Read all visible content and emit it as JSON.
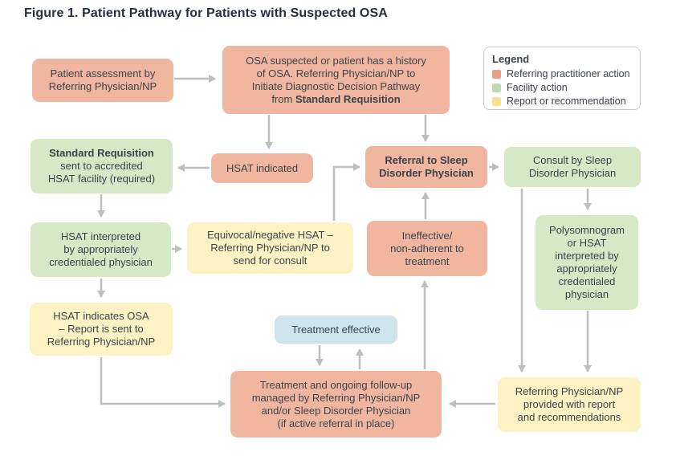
{
  "title": "Figure 1. Patient Pathway for Patients with Suspected OSA",
  "colors": {
    "referring": "#f1b6a0",
    "facility": "#d6e9c6",
    "report": "#fdf2c3",
    "effective": "#cee4ec",
    "arrow": "#bcbec0",
    "text": "#3b424c",
    "title_text": "#242e41",
    "legend_border": "#c9cacb",
    "swatch_referring": "#eb9e86",
    "swatch_facility": "#bedcae",
    "swatch_report": "#f6e193"
  },
  "legend": {
    "title": "Legend",
    "items": [
      {
        "label": "Referring practitioner action",
        "type": "referring"
      },
      {
        "label": "Facility action",
        "type": "facility"
      },
      {
        "label": "Report or recommendation",
        "type": "report"
      }
    ]
  },
  "nodes": {
    "patient_assessment": {
      "type": "referring",
      "text": "Patient assessment by\nReferring Physician/NP"
    },
    "osa_suspected": {
      "type": "referring",
      "text_prefix": "OSA suspected or patient has a history\nof OSA. Referring Physician/NP to\nInitiate Diagnostic Decision Pathway\nfrom ",
      "text_bold": "Standard Requisition"
    },
    "standard_requisition": {
      "type": "facility",
      "text_bold": "Standard Requisition",
      "text_rest": "\nsent to accredited\nHSAT facility (required)"
    },
    "hsat_indicated": {
      "type": "referring",
      "text": "HSAT indicated"
    },
    "referral_sleep": {
      "type": "referring",
      "text": "Referral to Sleep\nDisorder Physician"
    },
    "consult_sleep": {
      "type": "facility",
      "text": "Consult by Sleep\nDisorder Physician"
    },
    "hsat_interpreted": {
      "type": "facility",
      "text": "HSAT interpreted\nby appropriately\ncredentialed physician"
    },
    "equivocal_negative": {
      "type": "report",
      "text": "Equivocal/negative HSAT –\nReferring Physician/NP to\nsend for consult"
    },
    "ineffective": {
      "type": "referring",
      "text": "Ineffective/\nnon-adherent to\ntreatment"
    },
    "polysomnogram": {
      "type": "facility",
      "text": "Polysomnogram\nor HSAT\ninterpreted by\nappropriately\ncredentialed\nphysician"
    },
    "hsat_indicates_osa": {
      "type": "report",
      "text": "HSAT indicates OSA\n– Report is sent to\nReferring Physician/NP"
    },
    "treatment_effective": {
      "type": "effective",
      "text": "Treatment effective"
    },
    "treatment_ongoing": {
      "type": "referring",
      "text": "Treatment and ongoing follow-up\nmanaged by Referring Physician/NP\nand/or Sleep Disorder Physician\n(if active referral in place)"
    },
    "referring_provided": {
      "type": "report",
      "text": "Referring Physician/NP\nprovided with report\nand recommendations"
    }
  },
  "edges": [
    {
      "from": "patient_assessment",
      "to": "osa_suspected"
    },
    {
      "from": "osa_suspected",
      "to": "hsat_indicated"
    },
    {
      "from": "osa_suspected",
      "to": "referral_sleep"
    },
    {
      "from": "hsat_indicated",
      "to": "standard_requisition"
    },
    {
      "from": "standard_requisition",
      "to": "hsat_interpreted"
    },
    {
      "from": "hsat_interpreted",
      "to": "equivocal_negative"
    },
    {
      "from": "equivocal_negative",
      "to": "referral_sleep"
    },
    {
      "from": "ineffective",
      "to": "referral_sleep"
    },
    {
      "from": "referral_sleep",
      "to": "consult_sleep"
    },
    {
      "from": "consult_sleep",
      "to": "referring_provided"
    },
    {
      "from": "consult_sleep",
      "to": "polysomnogram"
    },
    {
      "from": "polysomnogram",
      "to": "referring_provided"
    },
    {
      "from": "hsat_interpreted",
      "to": "hsat_indicates_osa"
    },
    {
      "from": "hsat_indicates_osa",
      "to": "treatment_ongoing"
    },
    {
      "from": "treatment_effective",
      "to": "treatment_ongoing"
    },
    {
      "from": "treatment_ongoing",
      "to": "treatment_effective"
    },
    {
      "from": "treatment_ongoing",
      "to": "ineffective"
    },
    {
      "from": "referring_provided",
      "to": "treatment_ongoing"
    }
  ]
}
